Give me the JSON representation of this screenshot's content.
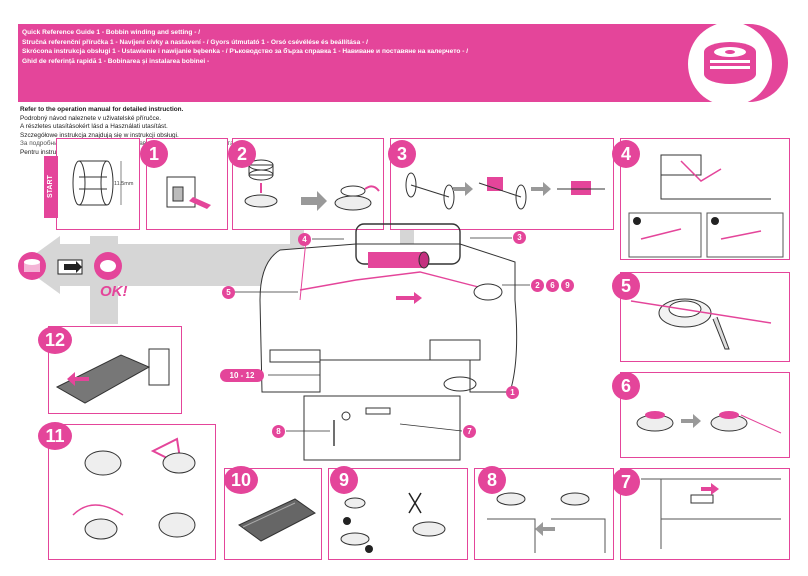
{
  "header": {
    "lines": [
      "Quick Reference Guide 1 - Bobbin winding and setting - /",
      "Stručná referenční příručka 1 - Navíjení cívky a nastavení - / Gyors útmutató 1 - Orsó csévélése és beállítása - /",
      "Skrócona instrukcja obsługi 1 - Ustawienie i nawijanie bębenka - / Ръководство за бърза справка 1 - Навиване и поставяне на калерчето - /",
      "Ghid de referință rapidă 1 - Bobinarea și instalarea bobinei -"
    ]
  },
  "instructions": [
    "Refer to the operation manual for detailed instruction.",
    "Podrobný návod naleznete v uživatelské příručce.",
    "A részletes utasításokért lásd a Használati utasítást.",
    "Szczegółowe instrukcja znajdują się w instrukcji obsługi.",
    "За подробни инструкции, направете справка с ръководството за работа.",
    "Pentru instrucțiuni detaliate consultați manualul de utilizare."
  ],
  "start_label": "START",
  "measure_label": "11.5mm",
  "ok_label": "OK!",
  "steps": {
    "s1": "1",
    "s2": "2",
    "s3": "3",
    "s4": "4",
    "s5": "5",
    "s6": "6",
    "s7": "7",
    "s8": "8",
    "s9": "9",
    "s10": "10",
    "s11": "11",
    "s12": "12"
  },
  "callouts": {
    "c4": "4",
    "c3": "3",
    "c5": "5",
    "c2": "2",
    "c6": "6",
    "c9": "9",
    "c10_12": "10 - 12",
    "c1": "1",
    "c8": "8",
    "c7": "7"
  },
  "colors": {
    "accent": "#e4459a",
    "grey": "#d6d6d6"
  }
}
